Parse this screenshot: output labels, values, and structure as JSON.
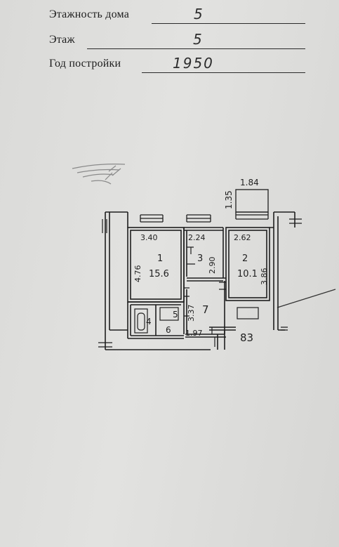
{
  "form": {
    "floors_label": "Этажность дома",
    "floors_value": "5",
    "floor_label": "Этаж",
    "floor_value": "5",
    "year_label": "Год постройки",
    "year_value": "1950"
  },
  "plan": {
    "balcony_width": "1.84",
    "balcony_depth": "1.35",
    "room1_width": "3.40",
    "room1_length": "4.76",
    "room1_number": "1",
    "room1_area": "15.6",
    "corridor_width": "2.24",
    "corridor_length": "2.90",
    "corridor_number": "3",
    "room2_width": "2.62",
    "room2_length": "3.86",
    "room2_number": "2",
    "room2_area": "10.1",
    "hall_length": "3.37",
    "hall_number": "7",
    "hall_width": "1.97",
    "bath_number": "4",
    "wc_number": "5",
    "kitchen_number": "6",
    "apartment_number": "83"
  }
}
